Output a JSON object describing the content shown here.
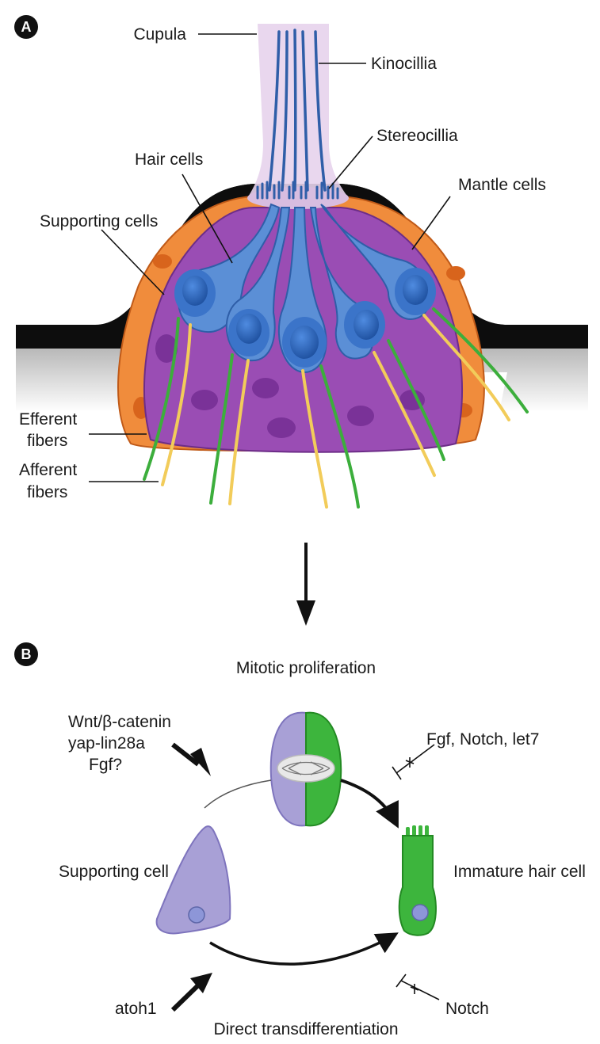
{
  "panel_a": {
    "letter": "A",
    "labels": {
      "cupula": "Cupula",
      "kinocillia": "Kinocillia",
      "stereocillia": "Stereocillia",
      "hair_cells": "Hair cells",
      "mantle_cells": "Mantle cells",
      "supporting_cells": "Supporting cells",
      "efferent_1": "Efferent",
      "efferent_2": "fibers",
      "afferent_1": "Afferent",
      "afferent_2": "fibers"
    }
  },
  "panel_b": {
    "letter": "B",
    "labels": {
      "mitotic": "Mitotic proliferation",
      "wnt": "Wnt/β-catenin",
      "yap": "yap-lin28a",
      "fgf_q": "Fgf?",
      "inhibitors": "Fgf, Notch, let7",
      "supporting_cell": "Supporting cell",
      "immature_hair_cell": "Immature hair cell",
      "atoh1": "atoh1",
      "notch": "Notch",
      "direct": "Direct transdifferentiation"
    }
  },
  "colors": {
    "hair_cell": "#5b8fd6",
    "hair_nucleus": "#2f66c0",
    "supporting": "#9a4db4",
    "mantle": "#f08c3c",
    "cupula": "#e7d3ec",
    "kinocilia": "#2f5ea8",
    "efferent": "#3cae3c",
    "afferent": "#f2cc5a",
    "prog_purple": "#a8a0d6",
    "prog_green": "#3db53d"
  }
}
